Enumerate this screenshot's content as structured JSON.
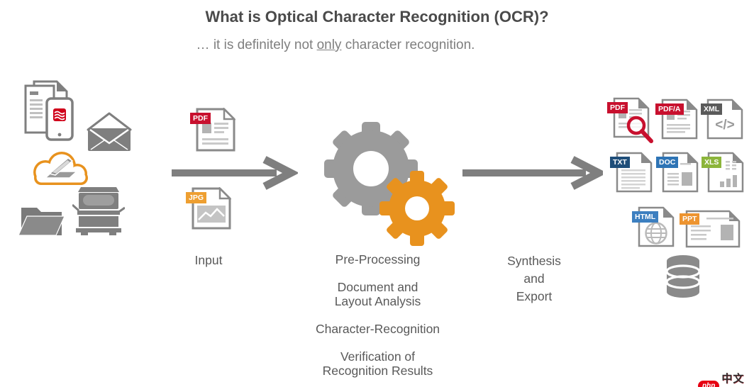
{
  "header": {
    "title": "What is Optical Character Recognition (OCR)?",
    "subtitle_prefix": "… it is definitely not ",
    "subtitle_underlined": "only",
    "subtitle_suffix": " character recognition."
  },
  "labels": {
    "input": "Input",
    "step1": "Pre-Processing",
    "step2": "Document and\nLayout Analysis",
    "step3": "Character-Recognition",
    "step4": "Verification of\nRecognition Results",
    "synthesis": "Synthesis\nand\nExport"
  },
  "badges": {
    "pdf_in": "PDF",
    "jpg_in": "JPG",
    "pdf_out": "PDF",
    "pdfa": "PDF/A",
    "xml": "XML",
    "txt": "TXT",
    "doc": "DOC",
    "xls": "XLS",
    "html": "HTML",
    "ppt": "PPT"
  },
  "glyphs": {
    "xml_code": "</>"
  },
  "source_icons": [
    "stacked-documents-with-phone",
    "open-envelope",
    "cloud-scanner",
    "open-folder",
    "office-copier"
  ],
  "output_icons": [
    "pdf-search",
    "pdfa-document",
    "xml-document",
    "txt-document",
    "doc-document",
    "xls-document",
    "html-document",
    "ppt-document",
    "database"
  ],
  "colors": {
    "icon_gray": "#7f7f7f",
    "gear_gray": "#9b9b9b",
    "accent_orange": "#e8921e",
    "pdf_red": "#c8102e",
    "jpg_orange": "#ee9f31",
    "xml_dark": "#5a5a5a",
    "txt_navy": "#1f4e79",
    "doc_blue": "#2e74b5",
    "xls_green": "#8cb53b",
    "html_blue": "#3c7fc0",
    "ppt_orange": "#ed9430",
    "title_color": "#4a4a4a",
    "subtitle_gray": "#7f7f7f",
    "label_gray": "#595959",
    "watermark_red": "#e60012"
  },
  "watermark": {
    "logo": "php",
    "text": "中文网"
  }
}
